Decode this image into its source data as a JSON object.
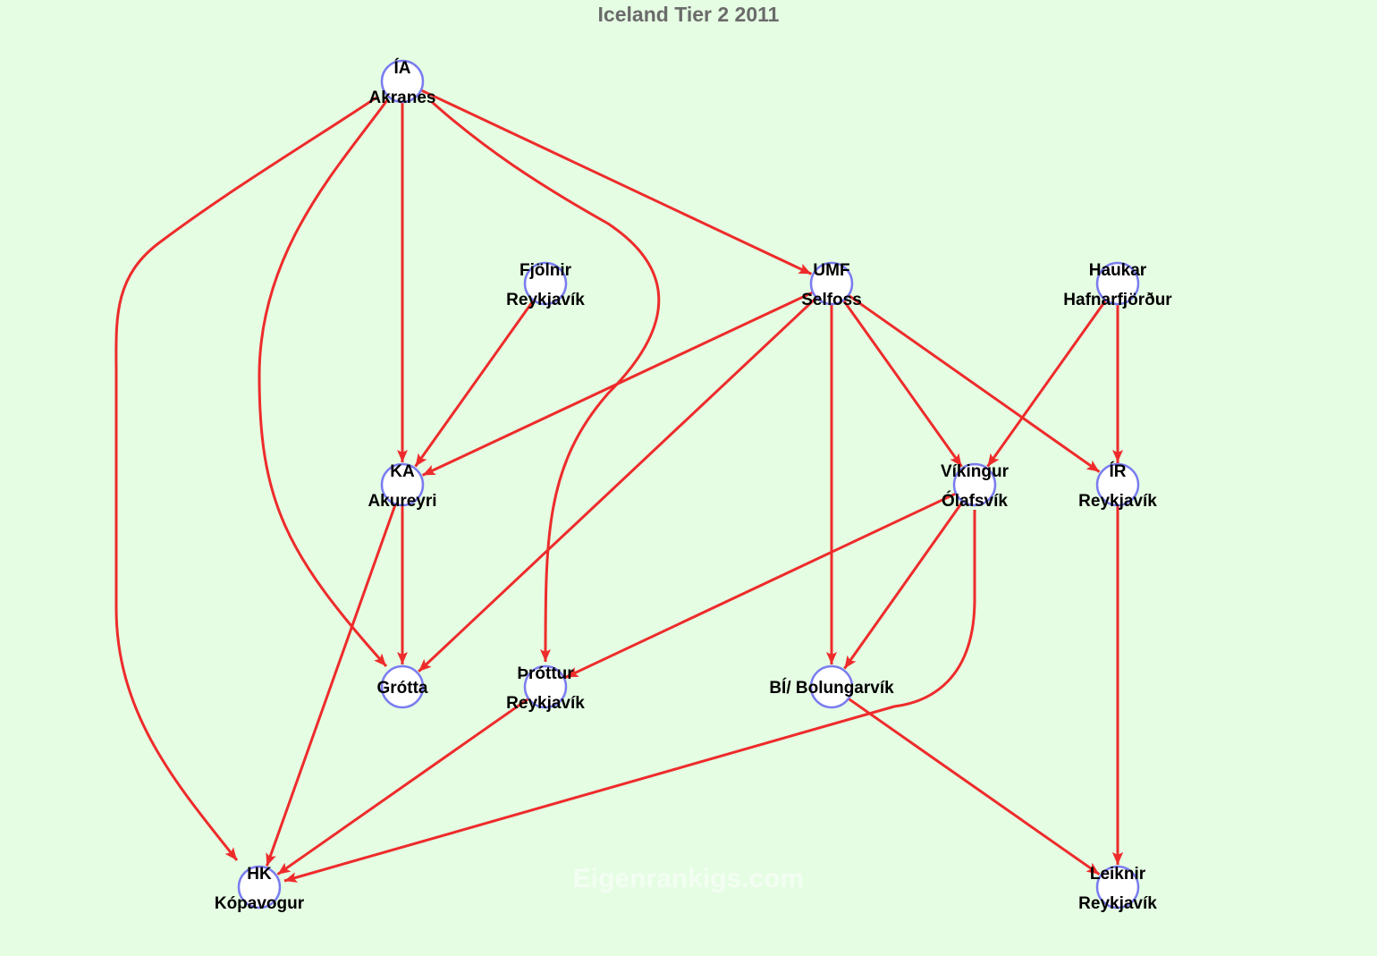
{
  "title": "Iceland Tier 2 2011",
  "watermark": "Eigenrankigs.com",
  "colors": {
    "background": "#e5fde3",
    "edge": "#ee2b2b",
    "node_stroke": "#7a7cf0",
    "node_fill": "#ffffff",
    "title": "#6b6b6b"
  },
  "nodes": [
    {
      "id": "ia",
      "line1": "ÍA",
      "line2": "Akranes"
    },
    {
      "id": "fjolnir",
      "line1": "Fjölnir",
      "line2": "Reykjavík"
    },
    {
      "id": "umf",
      "line1": "UMF",
      "line2": "Selfoss"
    },
    {
      "id": "haukar",
      "line1": "Haukar",
      "line2": "Hafnarfjörður"
    },
    {
      "id": "ka",
      "line1": "KA",
      "line2": "Akureyri"
    },
    {
      "id": "vikingur",
      "line1": "Víkingur",
      "line2": "Ólafsvík"
    },
    {
      "id": "ir",
      "line1": "ÍR",
      "line2": "Reykjavík"
    },
    {
      "id": "grotta",
      "line1": "Grótta",
      "line2": ""
    },
    {
      "id": "throttur",
      "line1": "Þróttur",
      "line2": "Reykjavík"
    },
    {
      "id": "bi",
      "line1": "BÍ/ Bolungarvík",
      "line2": ""
    },
    {
      "id": "hk",
      "line1": "HK",
      "line2": "Kópavogur"
    },
    {
      "id": "leiknir",
      "line1": "Leiknir",
      "line2": "Reykjavík"
    }
  ],
  "edges": [
    {
      "from": "ia",
      "to": "hk"
    },
    {
      "from": "ia",
      "to": "grotta"
    },
    {
      "from": "ia",
      "to": "ka"
    },
    {
      "from": "ia",
      "to": "throttur"
    },
    {
      "from": "ia",
      "to": "umf"
    },
    {
      "from": "fjolnir",
      "to": "ka"
    },
    {
      "from": "umf",
      "to": "ka"
    },
    {
      "from": "umf",
      "to": "grotta"
    },
    {
      "from": "umf",
      "to": "bi"
    },
    {
      "from": "umf",
      "to": "vikingur"
    },
    {
      "from": "umf",
      "to": "ir"
    },
    {
      "from": "haukar",
      "to": "vikingur"
    },
    {
      "from": "haukar",
      "to": "ir"
    },
    {
      "from": "haukar",
      "to": "leiknir"
    },
    {
      "from": "ka",
      "to": "grotta"
    },
    {
      "from": "ka",
      "to": "hk"
    },
    {
      "from": "vikingur",
      "to": "throttur"
    },
    {
      "from": "vikingur",
      "to": "bi"
    },
    {
      "from": "vikingur",
      "to": "hk"
    },
    {
      "from": "ir",
      "to": "leiknir"
    },
    {
      "from": "throttur",
      "to": "hk"
    },
    {
      "from": "bi",
      "to": "leiknir"
    }
  ]
}
